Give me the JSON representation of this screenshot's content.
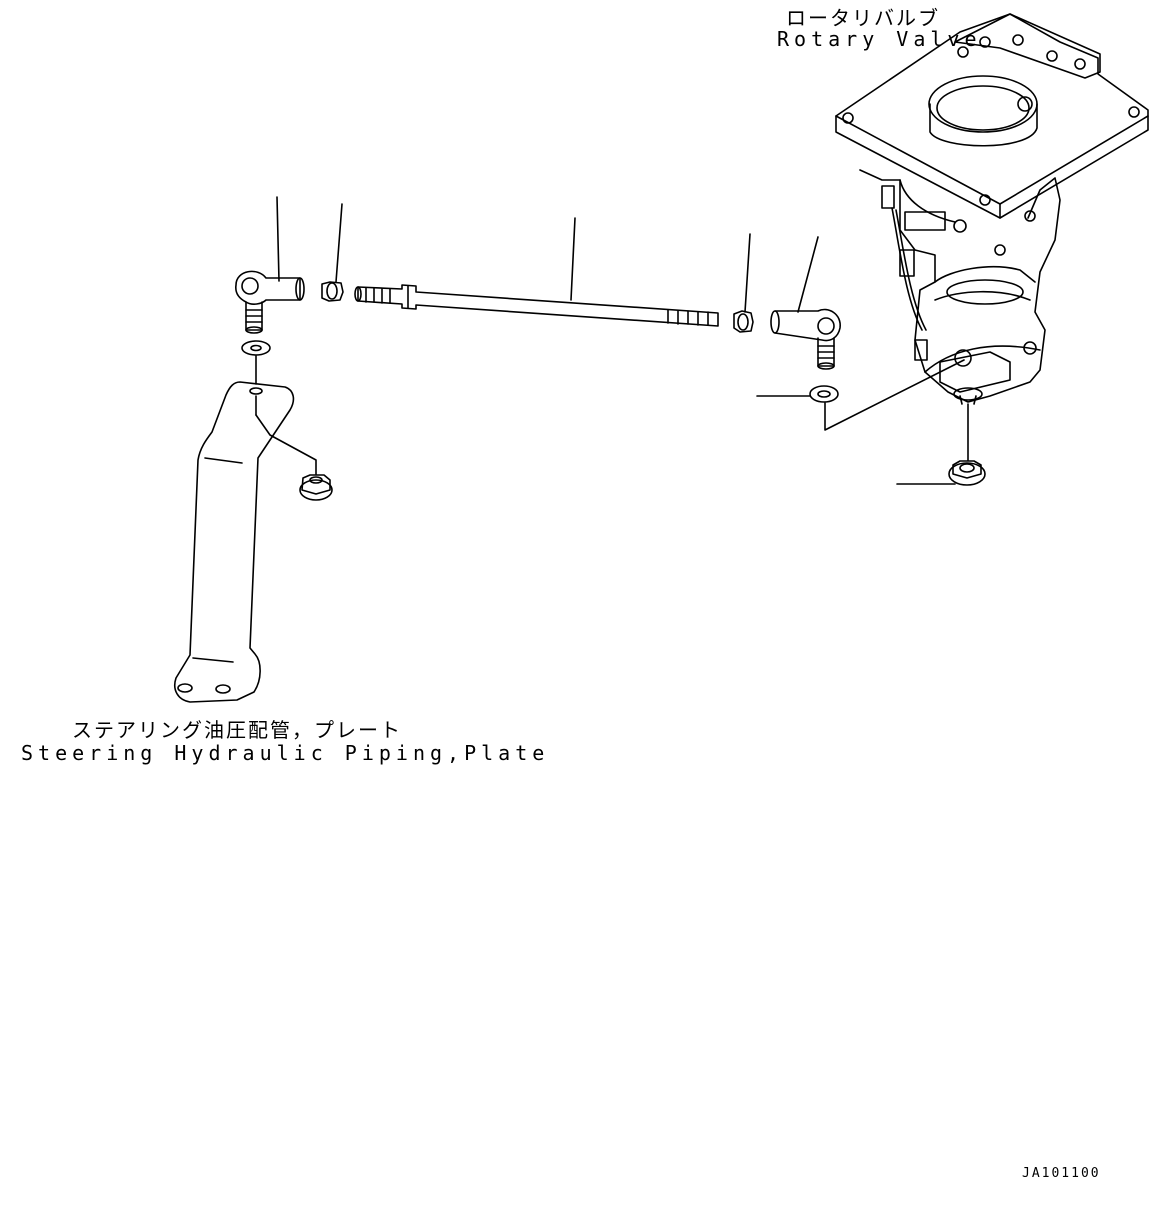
{
  "labels": {
    "rotary_valve_jp": "ロータリバルブ",
    "rotary_valve_en": "Rotary Valve",
    "steering_jp": "ステアリング油圧配管，プレート",
    "steering_en": "Steering Hydraulic Piping,Plate",
    "drawing_number": "JA101100"
  },
  "colors": {
    "line": "#000000",
    "background": "#ffffff"
  }
}
